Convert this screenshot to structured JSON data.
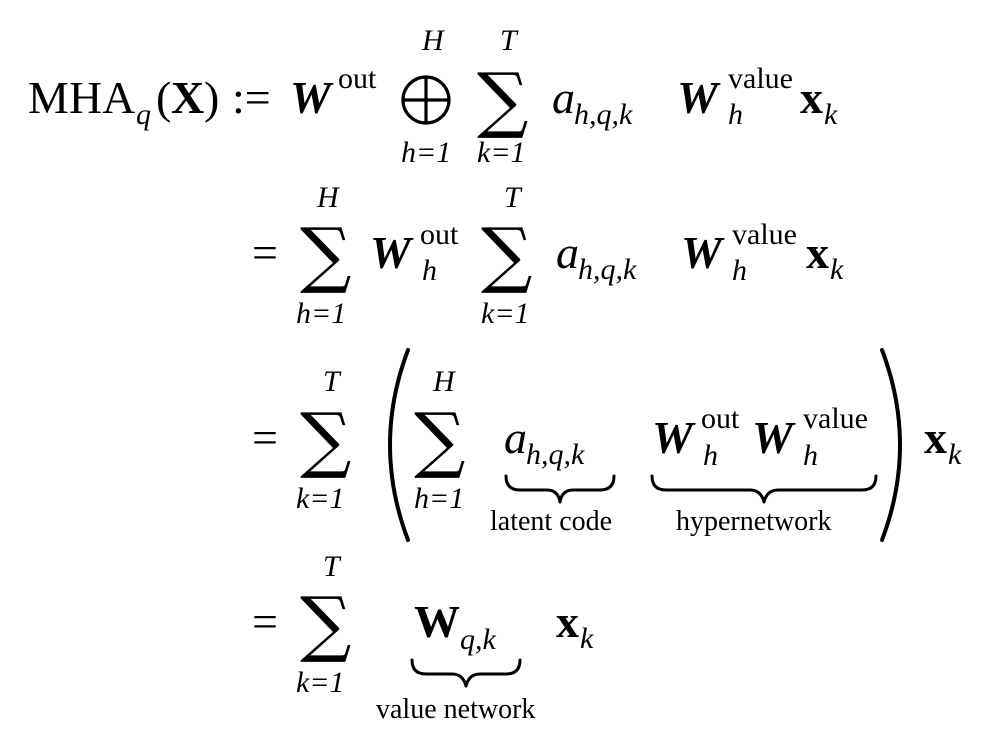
{
  "equation": {
    "lhs": {
      "name": "MHA",
      "subscript": "q",
      "argument": "X",
      "define_op": ":="
    },
    "symbols": {
      "eq": "=",
      "sum": "∑",
      "dsum": "⨁",
      "W": "W",
      "Wb": "W",
      "x": "x",
      "a": "a",
      "sup_out": "out",
      "sup_value": "value",
      "sub_h": "h",
      "sub_k": "k",
      "sub_hqk": "h,q,k",
      "sub_qk": "q,k",
      "H": "H",
      "T": "T",
      "lower_h": "h=1",
      "lower_k": "k=1"
    },
    "braces": {
      "latent": "latent code",
      "hyper": "hypernetwork",
      "valuenet": "value network"
    }
  }
}
